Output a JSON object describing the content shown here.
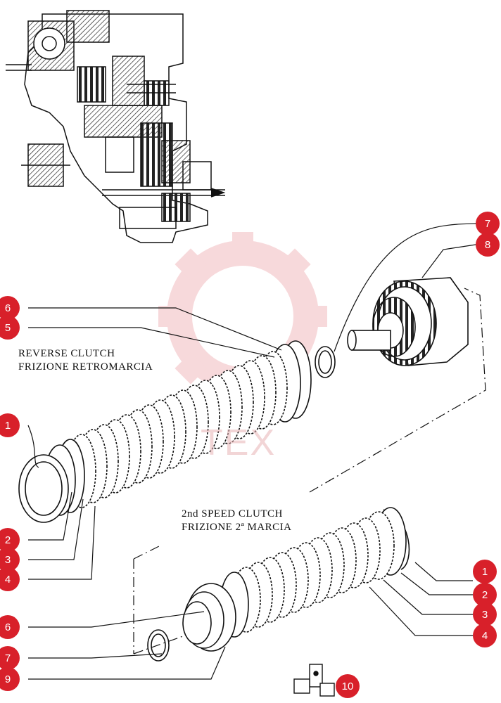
{
  "captions": {
    "reverse_clutch_en": "REVERSE CLUTCH",
    "reverse_clutch_it": "FRIZIONE RETROMARCIA",
    "second_clutch_en": "2nd SPEED CLUTCH",
    "second_clutch_it": "FRIZIONE 2ª MARCIA"
  },
  "watermark": {
    "text": "TEX",
    "color": "#e9b3b6"
  },
  "callouts": {
    "top_right": [
      "7",
      "8"
    ],
    "reverse_left": [
      "6",
      "5",
      "1",
      "2",
      "3",
      "4"
    ],
    "second_right": [
      "1",
      "2",
      "3",
      "4"
    ],
    "second_left": [
      "6",
      "7",
      "9"
    ],
    "bottom": [
      "10"
    ]
  },
  "colors": {
    "callout": "#d8202a",
    "line": "#111111"
  }
}
